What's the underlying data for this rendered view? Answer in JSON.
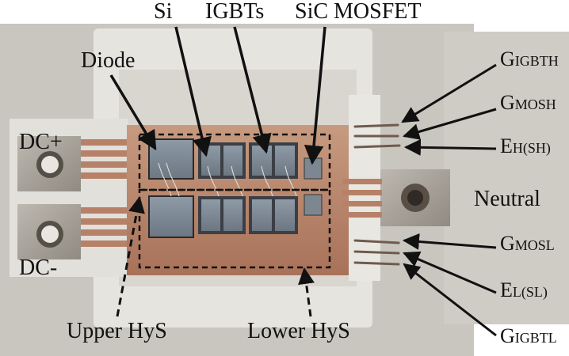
{
  "figure": {
    "labels": {
      "si": "Si",
      "igbts": "IGBTs",
      "sic_mosfet": "SiC MOSFET",
      "diode": "Diode",
      "dc_plus": "DC+",
      "dc_minus": "DC-",
      "neutral": "Neutral",
      "upper_hys": "Upper HyS",
      "lower_hys": "Lower HyS"
    },
    "gate_labels": {
      "g_igbt_h": {
        "main": "G",
        "sub": "IGBTH"
      },
      "g_mos_h": {
        "main": "G",
        "sub": "MOSH"
      },
      "e_h_s_h": {
        "main": "E",
        "sub": "H(SH)"
      },
      "g_mos_l": {
        "main": "G",
        "sub": "MOSL"
      },
      "e_l_s_l": {
        "main": "E",
        "sub": "L(SL)"
      },
      "g_igbt_l": {
        "main": "G",
        "sub": "IGBTL"
      }
    }
  },
  "colors": {
    "board_grey": "#c9c6bf",
    "copper": "#b9866d",
    "terminal_metal": "#a8a39b",
    "housing_white": "#ecebe8",
    "dashed_box": "#111111",
    "arrow": "#111111"
  }
}
